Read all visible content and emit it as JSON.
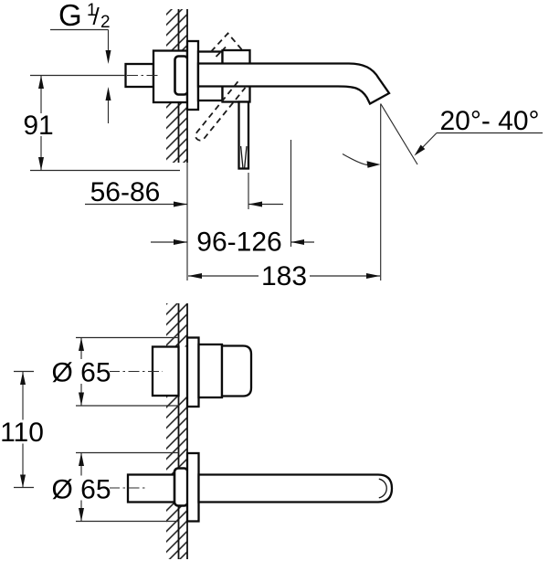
{
  "labels": {
    "thread_size": {
      "letter": "G",
      "numerator": "1",
      "slash": "/",
      "denominator": "2"
    },
    "spout_angle_range": "20°- 40°"
  },
  "dimensions": {
    "inlet_axis_to_handle_tip": "91",
    "wall_to_handle_depth_range": "56-86",
    "wall_to_handle_tip_range": "96-126",
    "spout_reach": "183",
    "handle_rosette_diameter": "Ø 65",
    "spout_rosette_diameter": "Ø 65",
    "rosette_center_distance": "110"
  },
  "colors": {
    "contour": "#0a0a0a",
    "dimension_lines": "#2b2b2b",
    "background": "#ffffff"
  }
}
